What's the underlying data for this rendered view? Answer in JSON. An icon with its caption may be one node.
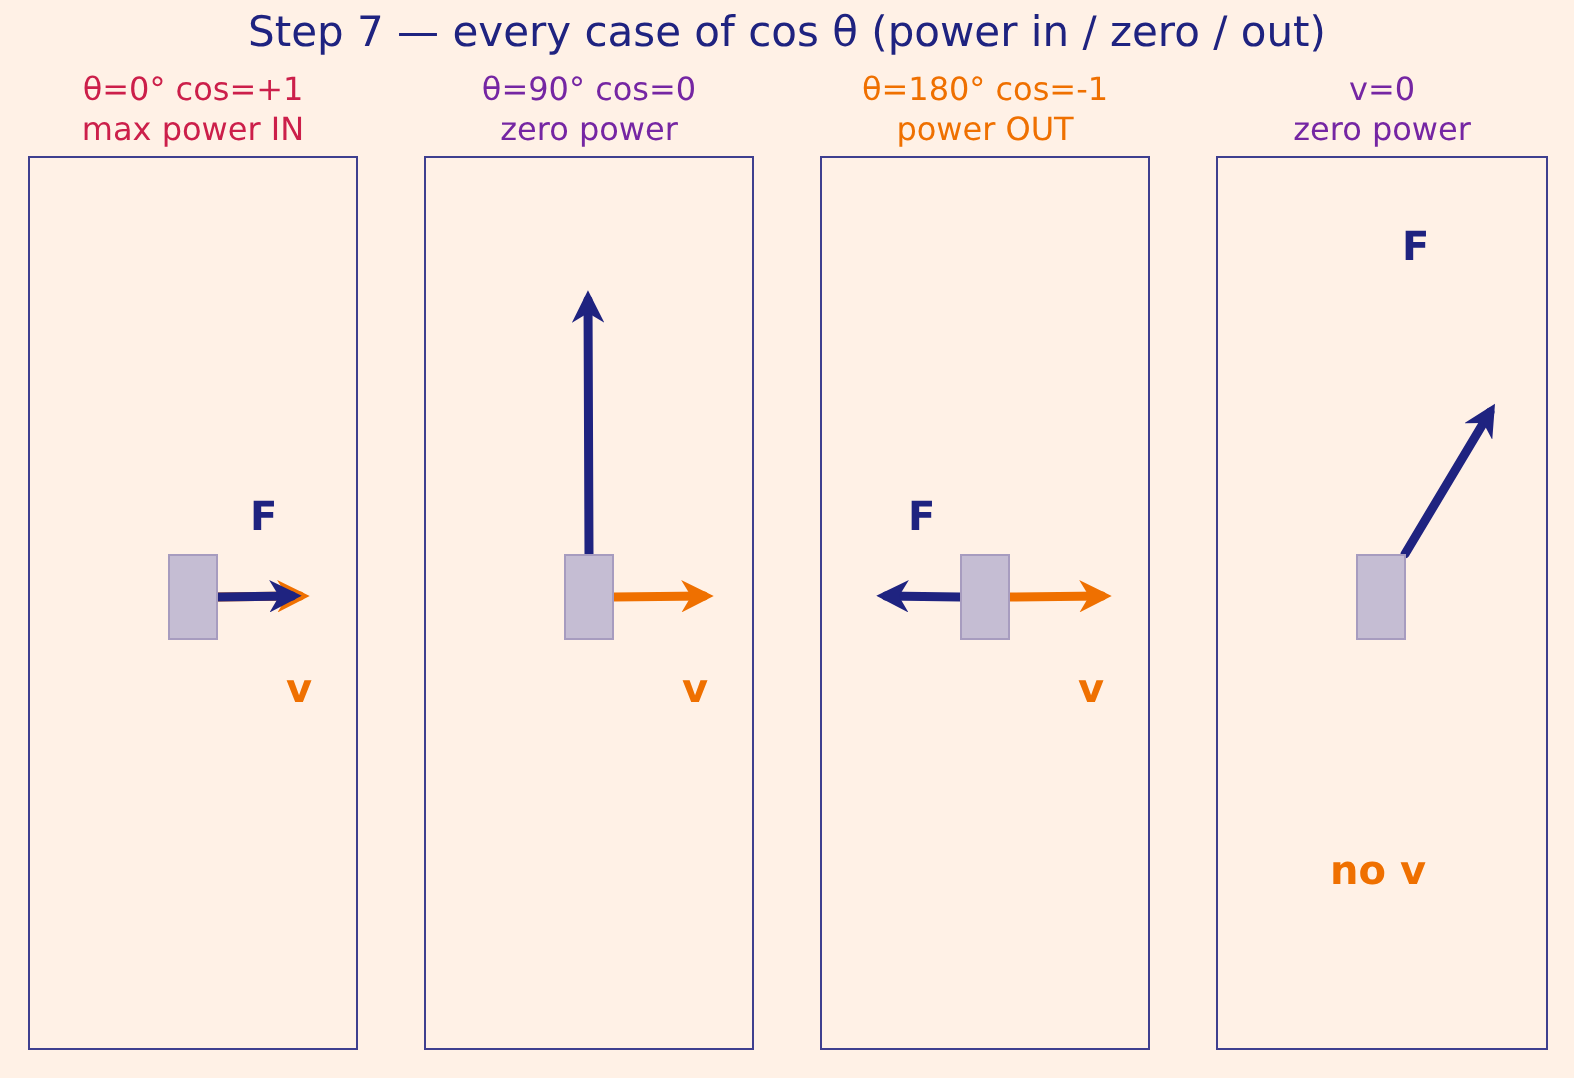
{
  "diagram": {
    "title": "Step 7 — every case of cos θ (power in / zero / out)",
    "nodes": [
      {
        "text": [
          "θ=0°  cos=+1",
          "max power IN"
        ]
      },
      {
        "text": [],
        "shape": "box",
        "in": 0
      },
      {
        "text": [
          "θ=90°  cos=0",
          "zero power"
        ]
      },
      {
        "text": [],
        "shape": "box",
        "in": 2
      },
      {
        "text": [
          "θ=180°  cos=-1",
          "power OUT"
        ]
      },
      {
        "text": [],
        "shape": "box",
        "in": 4
      },
      {
        "text": [
          "v=0",
          "zero power"
        ]
      },
      {
        "text": [],
        "shape": "box",
        "in": 6
      }
    ],
    "edges": [
      {
        "from": 1,
        "to": null,
        "arrow": "to",
        "label": "v",
        "color": "#ef7000"
      },
      {
        "from": 1,
        "to": null,
        "arrow": "to",
        "label": "F"
      },
      {
        "from": 3,
        "to": null,
        "arrow": "to",
        "label": "v",
        "color": "#ef7000"
      },
      {
        "from": 3,
        "to": null,
        "arrow": "to"
      },
      {
        "from": 5,
        "to": null,
        "arrow": "to",
        "label": "v",
        "color": "#ef7000"
      },
      {
        "from": 5,
        "to": null,
        "arrow": "to",
        "label": "F"
      },
      {
        "from": 7,
        "to": null,
        "arrow": "to",
        "label": "F"
      }
    ],
    "labels": [
      "no v"
    ]
  }
}
